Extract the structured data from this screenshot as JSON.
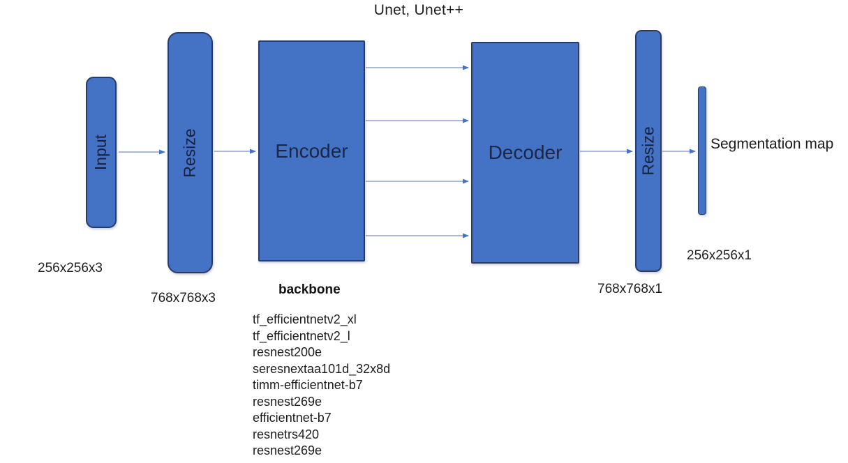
{
  "diagram": {
    "title": "Unet, Unet++",
    "nodes": {
      "input": {
        "label": "Input",
        "dim": "256x256x3"
      },
      "resize1": {
        "label": "Resize",
        "dim": "768x768x3"
      },
      "encoder": {
        "label": "Encoder"
      },
      "decoder": {
        "label": "Decoder"
      },
      "resize2": {
        "label": "Resize",
        "dim": "768x768x1"
      },
      "output": {
        "label": "Segmentation map",
        "dim": "256x256x1"
      }
    },
    "backbone": {
      "heading": "backbone",
      "items": [
        "tf_efficientnetv2_xl",
        "tf_efficientnetv2_l",
        "resnest200e",
        "seresnextaa101d_32x8d",
        "timm-efficientnet-b7",
        "resnest269e",
        "efficientnet-b7",
        "resnetrs420",
        "resnest269e"
      ]
    },
    "colors": {
      "node_fill": "#4472c4",
      "node_border": "#2a3c66",
      "arrow_line": "#8da0d2",
      "arrow_head": "#4472c4",
      "node_text": "#16213f",
      "body_text": "#1c1c1c"
    }
  }
}
